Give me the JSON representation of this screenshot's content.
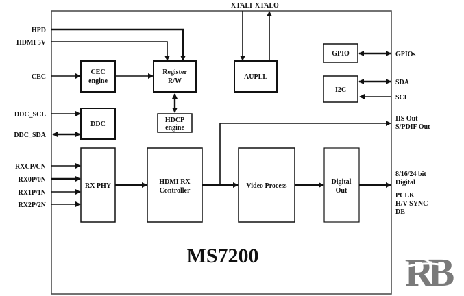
{
  "chip_name": "MS7200",
  "top_pins": {
    "xtali": "XTALI",
    "xtalo": "XTALO"
  },
  "left_pins": {
    "hpd": "HPD",
    "hdmi5v": "HDMI 5V",
    "cec": "CEC",
    "ddc_scl": "DDC_SCL",
    "ddc_sda": "DDC_SDA",
    "rxcp": "RXCP/CN",
    "rx0": "RX0P/0N",
    "rx1": "RX1P/1N",
    "rx2": "RX2P/2N"
  },
  "right_pins": {
    "gpios": "GPIOs",
    "sda": "SDA",
    "scl": "SCL",
    "iis": "IIS Out",
    "spdif": "S/PDIF Out",
    "digital1": "8/16/24 bit",
    "digital2": "Digital",
    "pclk": "PCLK",
    "hvsync": "H/V SYNC",
    "de": "DE"
  },
  "blocks": {
    "cec1": "CEC",
    "cec2": "engine",
    "reg1": "Register",
    "reg2": "R/W",
    "hdcp1": "HDCP",
    "hdcp2": "engine",
    "ddc": "DDC",
    "aupll": "AUPLL",
    "gpio": "GPIO",
    "i2c": "I2C",
    "rxphy": "RX PHY",
    "hdmirx1": "HDMI RX",
    "hdmirx2": "Controller",
    "video": "Video Process",
    "dout1": "Digital",
    "dout2": "Out"
  },
  "logo": {
    "text": "RB",
    "color": "#7a7a7a"
  }
}
